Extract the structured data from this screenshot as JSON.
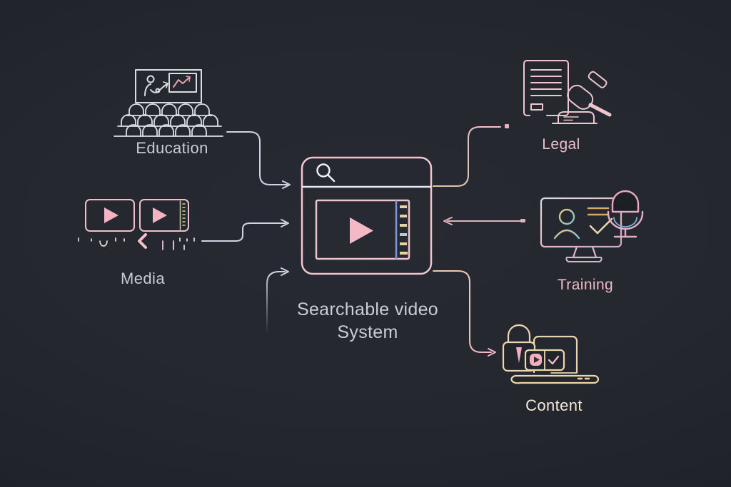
{
  "diagram": {
    "title_line1": "Searchable video",
    "title_line2": "System",
    "center_icon": "search-video-player-window-icon"
  },
  "nodes": [
    {
      "id": "education",
      "label": "Education",
      "icon": "lecture-hall-icon",
      "side": "left"
    },
    {
      "id": "media",
      "label": "Media",
      "icon": "video-clips-timeline-icon",
      "side": "left"
    },
    {
      "id": "legal",
      "label": "Legal",
      "icon": "document-gavel-icon",
      "side": "right"
    },
    {
      "id": "training",
      "label": "Training",
      "icon": "monitor-person-microphone-icon",
      "side": "right"
    },
    {
      "id": "content",
      "label": "Content",
      "icon": "padlock-laptop-icon",
      "side": "right"
    }
  ],
  "connectors": [
    {
      "from": "education",
      "to": "center",
      "style": "arrow"
    },
    {
      "from": "media",
      "to": "center",
      "style": "arrow"
    },
    {
      "from": "bottom-left",
      "to": "center",
      "style": "arrow"
    },
    {
      "from": "center",
      "to": "legal",
      "style": "dash-dot"
    },
    {
      "from": "training",
      "to": "center",
      "style": "arrow"
    },
    {
      "from": "center",
      "to": "content",
      "style": "arrow"
    }
  ],
  "colors": {
    "background": "#25272f",
    "vignette": "#111218",
    "line_silver": "#ccd6e0",
    "line_pink": "#f2c3cd",
    "line_cream": "#e6d0a8",
    "line_blue": "#7b9cd0",
    "play_pink": "#f2b3c2",
    "label_gray": "#c6cbd5",
    "label_pink": "#e9c0ca",
    "label_cream": "#f2e9d8"
  }
}
